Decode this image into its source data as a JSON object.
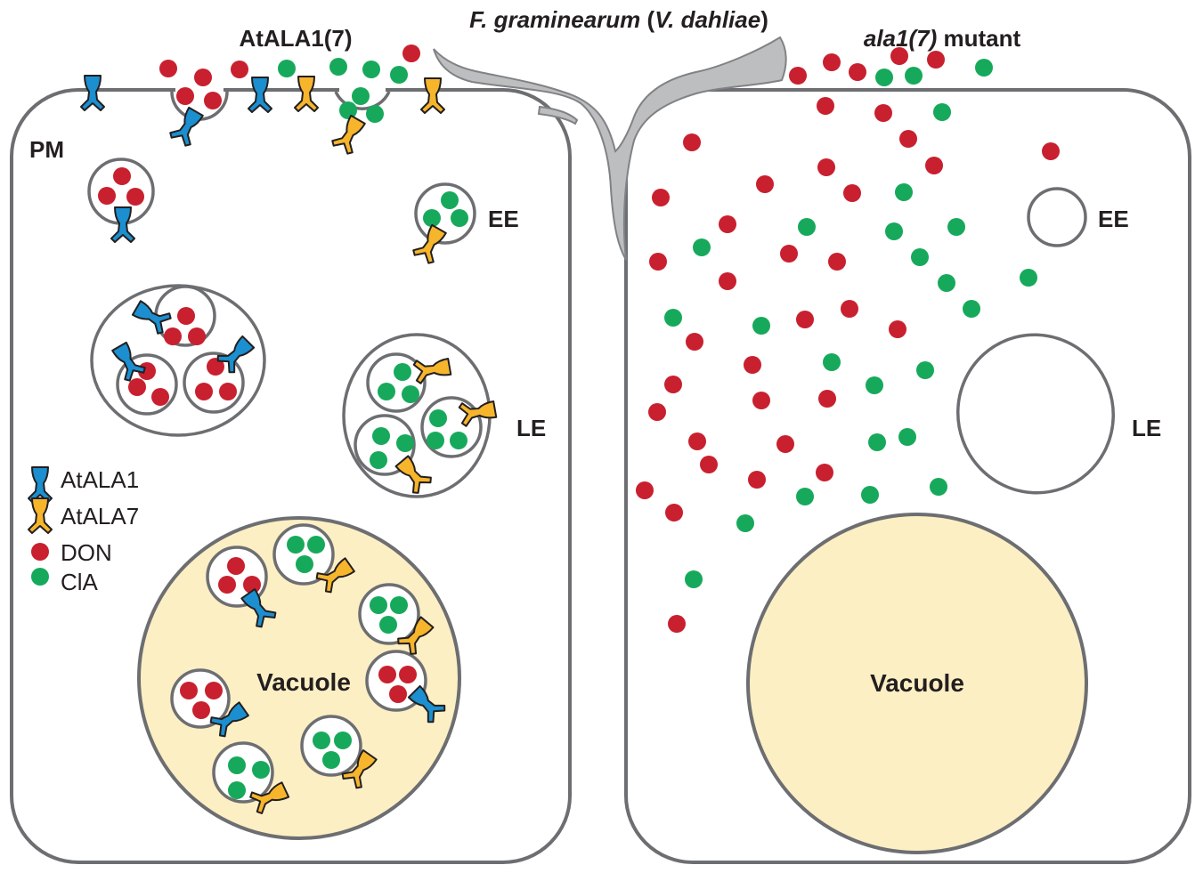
{
  "title_left": "AtALA1(7)",
  "title_fungus_pre": "F. graminearum",
  "title_fungus_open": " (",
  "title_fungus_alt": "V. dahliae",
  "title_fungus_close": ")",
  "title_right_italic": "ala1(7)",
  "title_right_rest": " mutant",
  "left_cell": {
    "pm_label": "PM",
    "ee_label": "EE",
    "le_label": "LE",
    "vacuole_label": "Vacuole"
  },
  "right_cell": {
    "ee_label": "EE",
    "le_label": "LE",
    "vacuole_label": "Vacuole"
  },
  "legend": [
    {
      "label": "AtALA1",
      "kind": "transporter",
      "color": "#1b8fcf"
    },
    {
      "label": "AtALA7",
      "kind": "transporter",
      "color": "#f7b52c"
    },
    {
      "label": "DON",
      "kind": "dot",
      "color": "#c8202f"
    },
    {
      "label": "ClA",
      "kind": "dot",
      "color": "#17a95b"
    }
  ],
  "colors": {
    "ala1": "#1b8fcf",
    "ala7": "#f7b52c",
    "don": "#c8202f",
    "cla": "#17a95b",
    "vacuole": "#fdefc4",
    "outline": "#6d6e71"
  }
}
